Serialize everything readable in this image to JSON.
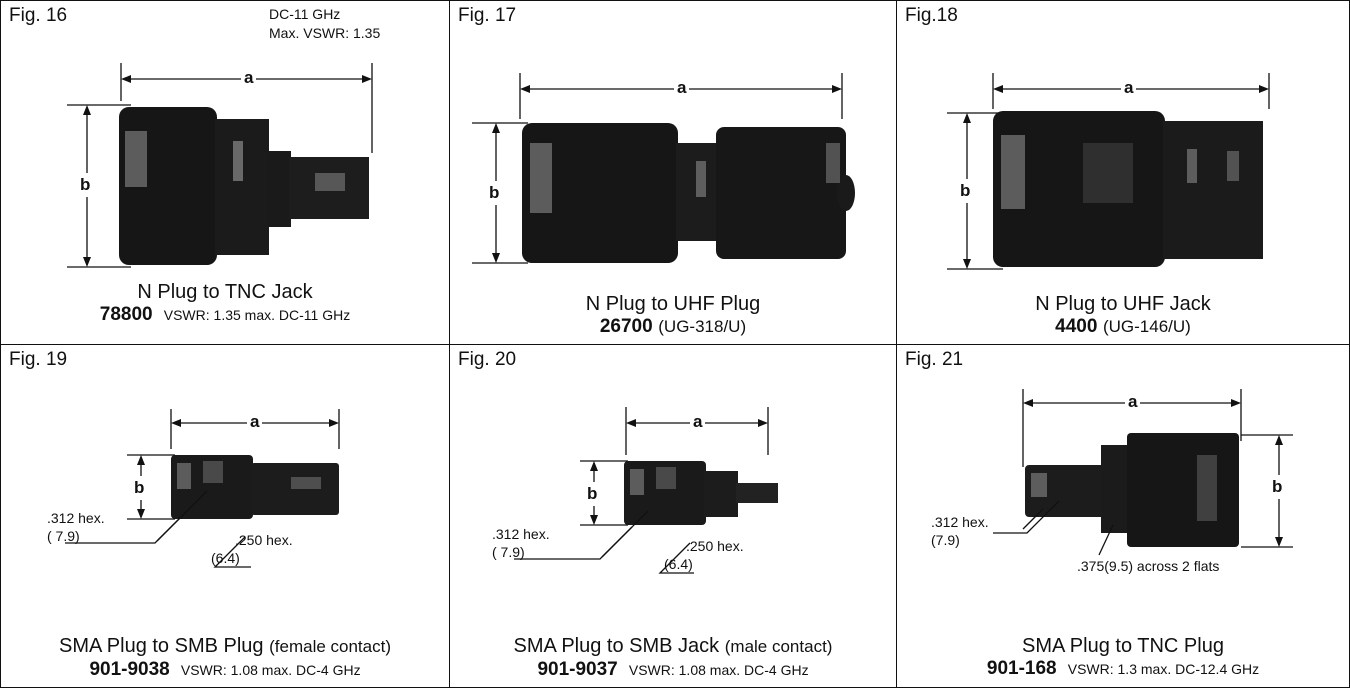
{
  "panels": [
    {
      "fig": "Fig. 16",
      "note_lines": [
        "DC-11 GHz",
        "Max. VSWR: 1.35"
      ],
      "dim_a": "a",
      "dim_b": "b",
      "title": "N Plug to TNC Jack",
      "part": "78800",
      "spec": "VSWR: 1.35 max. DC-11 GHz"
    },
    {
      "fig": "Fig. 17",
      "dim_a": "a",
      "dim_b": "b",
      "title": "N Plug to UHF Plug",
      "part": "26700",
      "spec": "(UG-318/U)"
    },
    {
      "fig": "Fig.18",
      "dim_a": "a",
      "dim_b": "b",
      "title": "N Plug to UHF Jack",
      "part": "4400",
      "spec": "(UG-146/U)"
    },
    {
      "fig": "Fig. 19",
      "dim_a": "a",
      "dim_b": "b",
      "hex1": ".312 hex.",
      "hex1_mm": "( 7.9)",
      "hex2": ".250 hex.",
      "hex2_mm": "(6.4)",
      "title": "SMA Plug to SMB Plug",
      "title_note": "(female contact)",
      "part": "901-9038",
      "spec": "VSWR: 1.08 max. DC-4 GHz"
    },
    {
      "fig": "Fig. 20",
      "dim_a": "a",
      "dim_b": "b",
      "hex1": ".312 hex.",
      "hex1_mm": "( 7.9)",
      "hex2": ".250 hex.",
      "hex2_mm": "(6.4)",
      "title": "SMA Plug to SMB Jack",
      "title_note": "(male contact)",
      "part": "901-9037",
      "spec": "VSWR: 1.08 max. DC-4 GHz"
    },
    {
      "fig": "Fig. 21",
      "dim_a": "a",
      "dim_b": "b",
      "hex1": ".312 hex.",
      "hex1_mm": "(7.9)",
      "flats": ".375(9.5) across 2 flats",
      "title": "SMA Plug to TNC Plug",
      "part": "901-168",
      "spec": "VSWR: 1.3 max. DC-12.4 GHz"
    }
  ]
}
